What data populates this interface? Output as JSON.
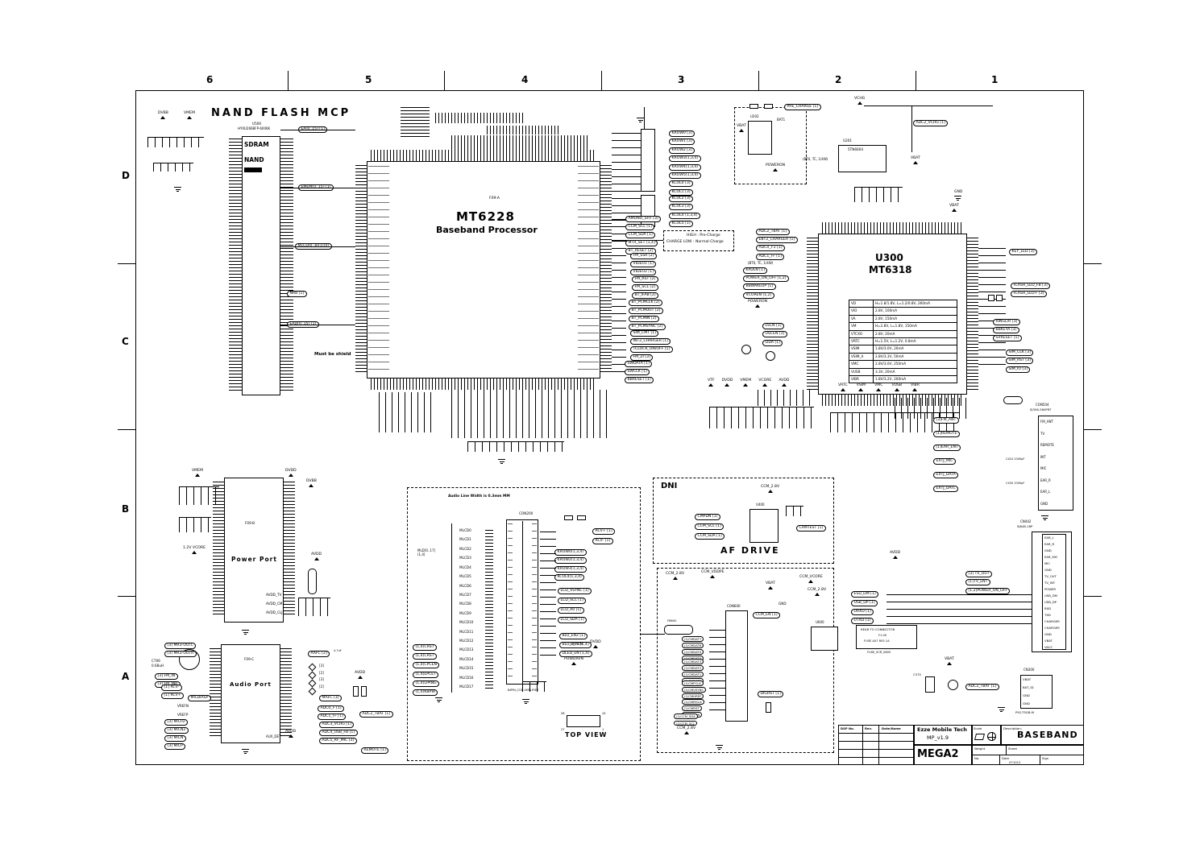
{
  "sheet": {
    "grid_cols": [
      "6",
      "5",
      "4",
      "3",
      "2",
      "1"
    ],
    "grid_rows": [
      "D",
      "C",
      "B",
      "A"
    ]
  },
  "nand": {
    "title": "NAND FLASH MCP",
    "ref": "U500",
    "part": "HY0U266BFP-6006K",
    "sdram": "SDRAM",
    "nand": "NAND",
    "pwr": [
      "DVBB",
      "VMEM"
    ],
    "callouts": [
      "EA[0..15] [1]",
      "EMEM[0..15] [1]",
      "MLCD[0..8](1)[4]",
      "NRB [1]",
      "EAD[0..15] [1]"
    ],
    "shield_note": "Must be shield"
  },
  "cpu": {
    "ref": "F09-A",
    "name": "MT6228",
    "subtitle": "Baseband Processor",
    "krow": [
      "KROW0 [3]",
      "KROW1 [3]",
      "KROW2 [3]",
      "KROW3(1,3,4)",
      "KROW4(1,3,4)",
      "KROW5(1,3,4)",
      "KCOL0 [3]",
      "KCOL1 [3]"
    ],
    "kcol": [
      "KCOL2 [3]",
      "KCOL3 [3]",
      "KCOL4 (1,3,4)",
      "KCOL5 [1]"
    ],
    "grpA": [
      "AMONO_SHT [3]",
      "CCM_SCL [1]",
      "CCM_SDA [1]",
      "MTR_SET [1,4]",
      "BT_RESET [2]"
    ],
    "grpB": [
      "FM_SSR [2]",
      "VIDEO1 [1]",
      "VIDEO2 [1]"
    ],
    "grpC": [
      "FM_RST [2]",
      "FM_SCL [2]",
      "BT_IFAB [2]"
    ],
    "grpD": [
      "BT_PCMCLK [2]",
      "BT_PCMOUT [2]",
      "BT_PCMIN [2]",
      "BT_PCMSYNC [2]"
    ],
    "grpE": [
      "SIM_CMT [1]",
      "INT2_CHARGER [1]",
      "TCLOCK_ON/OFF [1]",
      "FM_ZI [3]"
    ],
    "grpF": [
      "SWDATA [1]",
      "SWCLK [1]",
      "BBRESET [1]"
    ]
  },
  "charge_note": {
    "line1": "HIGH : Pre-Charge",
    "line2": "CHARGE LOW : Normal-Charge"
  },
  "top_right": {
    "vchg": "VCHG",
    "pre_charge": "PRE_CHARGE [1]",
    "adc2_vchg": "ADC2_VCHG [1]",
    "u202": "U202",
    "bat": "BAT1",
    "poweron": "POWERON",
    "vbat": "VBAT",
    "u201": "U201",
    "u201_part": "5TN6604",
    "note": "(BT0, TC, 1/4W)",
    "gnd": "GND"
  },
  "pmic": {
    "ref": "U300",
    "part": "MT6318",
    "table": [
      [
        "VD",
        "H=1.8/1.8V, L=1.2/0.8V, 260mA"
      ],
      [
        "VIO",
        "2.8V, 100mA"
      ],
      [
        "VA",
        "2.8V, 150mA"
      ],
      [
        "VM",
        "H=2.8V, L=1.8V, 150mA"
      ],
      [
        "VTCXO",
        "2.8V, 20mA"
      ],
      [
        "VRTC",
        "H=1.5V, L=1.2V, 0.8mA"
      ],
      [
        "VSIM",
        "1.8V/3.0V, 20mA"
      ],
      [
        "VSIM_A",
        "2.8V/3.3V, 50mA"
      ],
      [
        "VMC",
        "2.8V/3.0V, 250mA"
      ],
      [
        "VUSB",
        "3.3V, 20mA"
      ],
      [
        "VIBR",
        "1.8V/3.2V, 200mA"
      ]
    ],
    "lcall": [
      "ADC2_TBAT [1]",
      "EBT2_CHARGER [1]",
      "ADC0_I-1 [1]",
      "ADC1_I+ [1]"
    ],
    "note": "(BT0, TC, 1/4W)",
    "lcall2": [
      "KPDLN [1]",
      "POWER_ON_OFF [1,2]",
      "BBWAKEUP [1]",
      "VCOREN [1,2]"
    ],
    "poweron": "POWERON",
    "lcall3": [
      "LSCN [1]",
      "USCEN [1]",
      "LIDA [1]"
    ],
    "key_led": "KEY_LED [3]",
    "flash": [
      "FLASH_LED_FB [3]",
      "FLASH_LED+ [3]"
    ],
    "rcall": [
      "RINGL/R [3]",
      "BBKEYA [3]",
      "SVRESET [1]"
    ],
    "sim": [
      "SIM_CLK [3]",
      "SIM_RST [3]",
      "SIM_IO [3]"
    ],
    "rails": [
      "VRTC",
      "VSIM",
      "VMC",
      "VUSB",
      "VIBR"
    ],
    "rails_mid": [
      "VTF",
      "DVDD",
      "VMEM",
      "VCORE",
      "AVDD"
    ]
  },
  "power_port": {
    "title": "Power Port",
    "ref": "F09-B",
    "vmem": "VMEM",
    "vcore": "1.2V VCORE",
    "dvdd": "DVDD",
    "dvbb": "DVBB",
    "avdd": "AVDD",
    "edge": [
      "AVDD_TV",
      "AVDD_CM1",
      "AVDD_CLJ"
    ]
  },
  "audio_port": {
    "title": "Audio Port",
    "ref": "F09-C",
    "out": [
      "[3] MR3-OUTL",
      "[3] MR3-OUTR"
    ],
    "coil": [
      "C706",
      "0.68uH"
    ],
    "fm": [
      "[3] FM_IN",
      "[3] FM_INR"
    ],
    "rcv": [
      "[1] RCV-",
      "[1] RCV+"
    ],
    "micbias": "MICBIASP",
    "vref": [
      "VREFN",
      "VREFP"
    ],
    "mic": [
      "[3] MICP2",
      "[3] MICN2",
      "[3] MICN",
      "[3] MICP"
    ],
    "aafc": "AAFC [2]",
    "cap": "4.7uF",
    "sw": [
      "[3]",
      "[2]",
      "[3]",
      "[2]"
    ],
    "avdd": "AVDD",
    "mafc": "MAFC [3]",
    "adc": [
      "ADC0_I- [1]",
      "ADC1_I+ [1]"
    ],
    "adc2": [
      "ADC3_VCHG [1]",
      "ADC4_USB_FB [1]",
      "ADC5_RF_MIC [3]"
    ],
    "adc_tbat": "ADC2_TBAT [1]",
    "remote": "REMOTE [1]",
    "aux": "AUX_DET",
    "avdd2": "AVDD"
  },
  "lcd": {
    "note": "Audio Line Width is 0.3mm MM",
    "bus": "MLD[0..17] (1,4)",
    "con": "CON200",
    "signals": [
      "MLCD0",
      "MLCD1",
      "MLCD2",
      "MLCD3",
      "MLCD4",
      "MLCD5",
      "MLCD6",
      "MLCD7",
      "MLCD8",
      "MLCD9",
      "MLCD10",
      "MLCD11",
      "MLCD12",
      "MLCD13",
      "MLCD14",
      "MLCD15",
      "MLCD16",
      "MLCD17"
    ],
    "rcv": [
      "RCV+ [1]",
      "RCV- [1]"
    ],
    "keys": [
      "KROW0(1,3,4)",
      "KROW2(1,3,4)",
      "KROW3(1,3,4)",
      "KCOL4(1,3,4)"
    ],
    "lcds": [
      "LCD_VSYNC [1]",
      "LCD_SCL [1]",
      "LCD_A0 [1]",
      "LCD_SDA [1]"
    ],
    "blu": [
      "BLU_EN2 [1]",
      "BLU_DRV [1,4]",
      "DLED_EN [1,4]"
    ],
    "bottom": [
      "(1,4)CRST",
      "(1,4)CRST",
      "(1,4)CPCEN",
      "(1,4)EPCET",
      "(1,4)LPANG",
      "(1,4)KBPW"
    ],
    "tp": "TP_TDM",
    "dvdd": "DVDD",
    "powdrv": "POWDRVN",
    "amp": "84PIN_COB AMPLIFIER",
    "top_view": "TOP VIEW",
    "pins": [
      "28",
      "24",
      "27",
      "1"
    ]
  },
  "dni": {
    "label": "DNI",
    "title": "AF DRIVE",
    "ic": "U400",
    "left": [
      "CMPDN [1]",
      "CCM_SCL [1]",
      "CCM_SDA [1]"
    ],
    "pwr": "CCM_2.8V",
    "right": "CAMTEST [1]"
  },
  "camera": {
    "pwr1": "CCM_2.8V",
    "pwr2": "CCM_VDDPE",
    "vbat": "VBAT",
    "pwr3": "CCM_VCORE",
    "pwr4": "CCM_2.8V",
    "gnd": "GND",
    "fb": "FB600",
    "con": "CON600",
    "ic": "U600",
    "en": "CCM_EN [1]",
    "g1": [
      "(1)CMDAT7",
      "(1)CMDAT6",
      "(1)CMDAT5",
      "(1)CMDAT4"
    ],
    "g2": [
      "(1)CMDAT3",
      "(1)CMDAT2",
      "(1)CMDAT1",
      "(1)CMDAT0"
    ],
    "g3": [
      "(1)CMPCLK",
      "(1)CMVSYNC",
      "(1)CMHREF"
    ],
    "g4": [
      "(1)CMMCLK",
      "(1)CMRST",
      "(1)CMPDN"
    ],
    "digrst": "DIGRST [1]",
    "i2c": [
      "(1)CCM_SDA",
      "(1)CCM_SCL"
    ],
    "pwr5": "CCM_2.8V"
  },
  "conn": {
    "fm_ref": "CON504",
    "fm_part": "SJ356-360PRT",
    "fm_pins": [
      "FM_ANT",
      "TV",
      "REMOTE",
      "INT",
      "MIC",
      "EAR_R",
      "EAR_L",
      "GND"
    ],
    "fm_call": [
      "[3]FM_ANT",
      "[1]REMOTE",
      "[1]EAR_ENT",
      "EXTJ_MIC",
      "EXTJ_DATA",
      "EXTJ_DATL"
    ],
    "cap1": "C424 1000pF",
    "cap2": "C430 1000pF",
    "io_ref": "CN442",
    "io_part": "SJ848-18P",
    "io_pins": [
      "EAR_L",
      "EAR_R",
      "GND",
      "EAR_MIC",
      "MIC",
      "GND",
      "TV_OUT",
      "TV_INT",
      "POWER",
      "USB_DM",
      "USB_DP",
      "RXD",
      "TXD",
      "CHARGER",
      "CHARGER",
      "GND",
      "VBAT",
      "VACC"
    ],
    "io_call": [
      "[3] TV_OUT",
      "[1]TV_ENT",
      "[1,2]POWER_ON_OFF"
    ],
    "usb_call": [
      "ESD_DM [1]",
      "USB_DP [1]",
      "URXD [1]",
      "UTXD [1]"
    ],
    "avdd": "AVDD",
    "fuse_title": "REAR TO CONNECTOR",
    "fuse_f": "F1.00",
    "fuse1": "FUSE 4A7 R05 1A",
    "fuse2": "FUSE_SCR_0805",
    "vbat": "VBAT",
    "c370": "C370",
    "adc_tbat": "ADC2_TBAT [1]",
    "bat_ref": "CN300",
    "bat_part": "P92-T5GB-M",
    "bat_pins": [
      "VBAT",
      "BAT_ID",
      "GND",
      "GND"
    ]
  },
  "title_block": {
    "h1": "DSP No.",
    "h2": "Rev.",
    "h3": "Date/Name",
    "company": "Ezze Mobile Tech",
    "version": "MP_v1.9",
    "scale": "Scale",
    "desc_label": "Description:",
    "description": "BASEBAND",
    "model": "MEGA2",
    "weight": "Weight",
    "sheet": "Sheet",
    "no": "No.",
    "date": "Date",
    "date_value": "071012",
    "sign": "Sign"
  }
}
